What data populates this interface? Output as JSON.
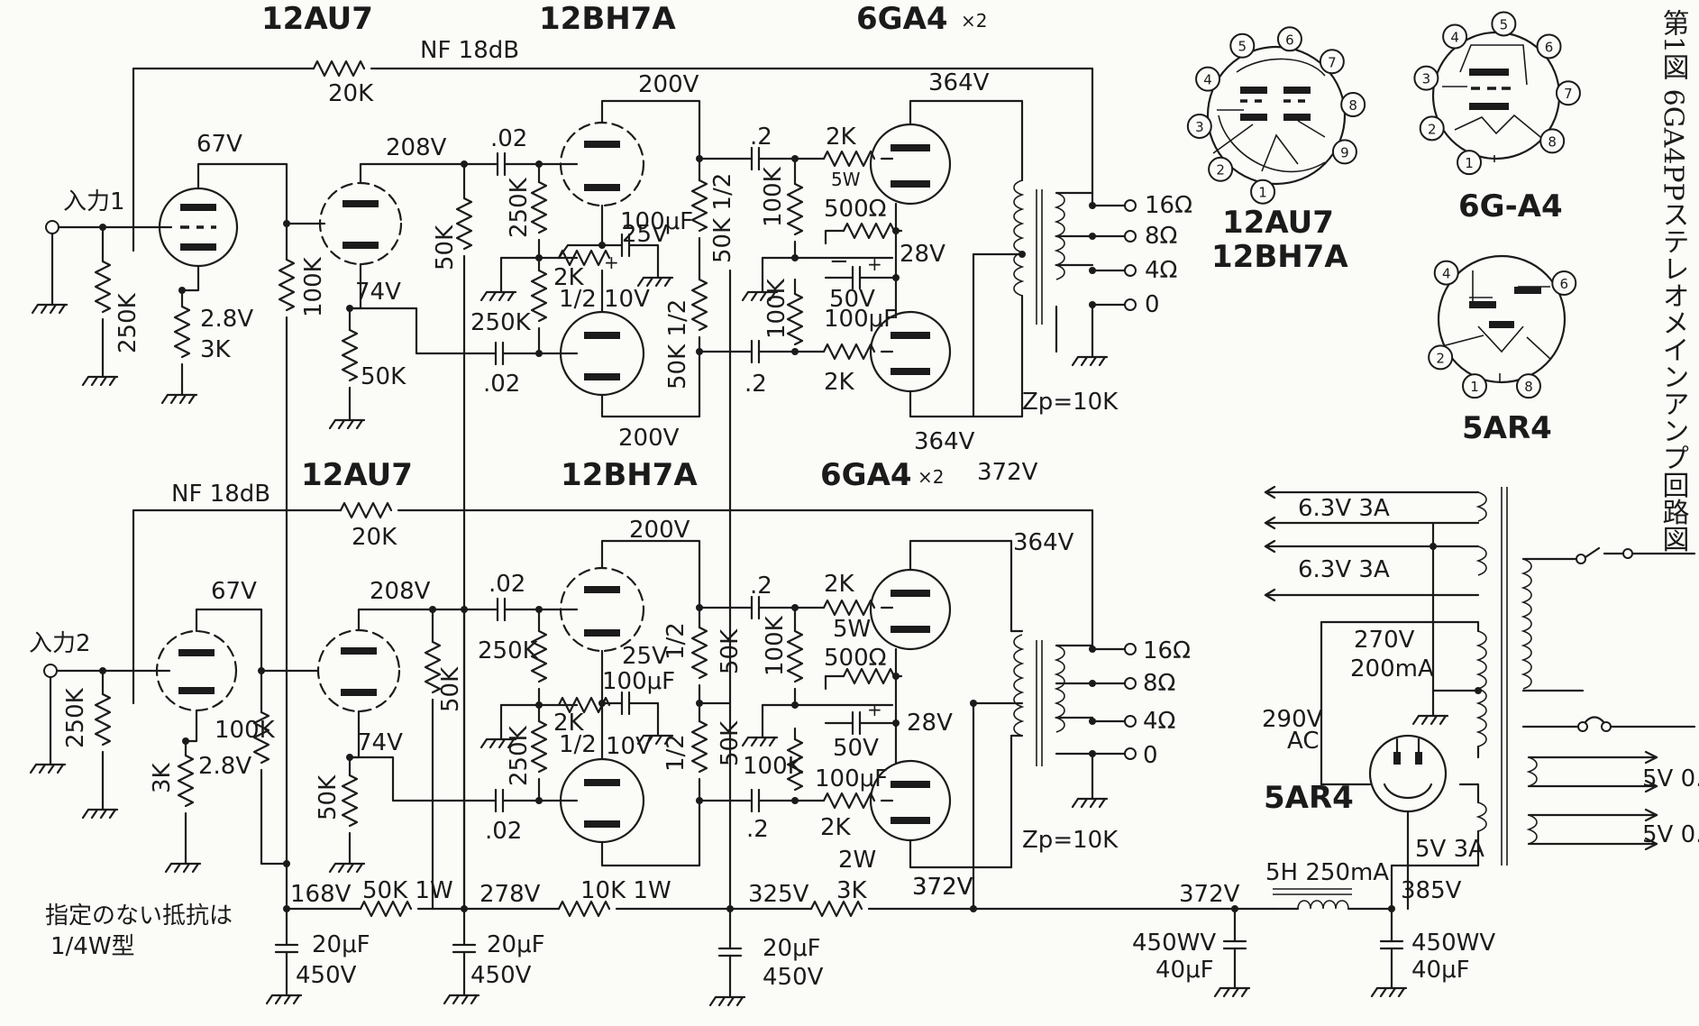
{
  "ch1": {
    "tube1": "12AU7",
    "tube2": "12BH7A",
    "tube3": "6GA4",
    "nf": "NF 18dB",
    "nf_r": "20K",
    "input": "入力1",
    "v67": "67V",
    "v208": "208V",
    "v74": "74V",
    "v200t": "200V",
    "v200b": "200V",
    "v364t": "364V",
    "v364b": "364V",
    "v25": "25V",
    "v10": "10V",
    "v28": "28V",
    "v50": "50V",
    "r250k_in": "250K",
    "r28": "2.8V",
    "r3k": "3K",
    "r100k": "100K",
    "r50k_c": "50K",
    "c02a": ".02",
    "c02b": ".02",
    "r50k_p": "50K",
    "r250k_a": "250K",
    "r250k_b": "250K",
    "r2k": "2K",
    "r12": "1/2",
    "c100": "100μF",
    "r50k_12a": "50K 1/2",
    "r50k_12b": "50K 1/2",
    "c2a": ".2",
    "c2b": ".2",
    "r100k_a": "100K",
    "r100k_b": "100K",
    "r2k_a": "2K",
    "r2k_b": "2K",
    "r5w": "5W",
    "r500": "500Ω",
    "c50": "100μF",
    "o16": "16Ω",
    "o8": "8Ω",
    "o4": "4Ω",
    "o0": "0",
    "zp": "Zp=10K",
    "v372": "372V"
  },
  "ch2": {
    "tube1": "12AU7",
    "tube2": "12BH7A",
    "tube3": "6GA4",
    "nf": "NF 18dB",
    "nf_r": "20K",
    "input": "入力2",
    "v67": "67V",
    "v208": "208V",
    "v74": "74V",
    "v200": "200V",
    "v364": "364V",
    "v25": "25V",
    "v10": "10V",
    "v28": "28V",
    "v50": "50V",
    "r250k_in": "250K",
    "r3k": "3K",
    "r28": "2.8V",
    "r100k": "100K",
    "r50k_c": "50K",
    "c02a": ".02",
    "c02b": ".02",
    "r50k_p": "50K",
    "r250k_a": "250K",
    "r250k_b": "250K",
    "r2k": "2K",
    "r12": "1/2",
    "c100": "100μF",
    "r12a": "1/2",
    "r12b": "1/2",
    "r50ka": "50K",
    "r50kb": "50K",
    "c2a": ".2",
    "c2b": ".2",
    "r100k_a": "100K",
    "r100k_b": "100K",
    "r2k_a": "2K",
    "r2k_b": "2K",
    "r5w": "5W",
    "r500": "500Ω",
    "c50": "100μF",
    "o16": "16Ω",
    "o8": "8Ω",
    "o4": "4Ω",
    "o0": "0",
    "zp": "Zp=10K",
    "v372": "372V"
  },
  "mult": "×2",
  "supply": {
    "v168": "168V",
    "r50k1w": "50K 1W",
    "v278": "278V",
    "r10k1w": "10K 1W",
    "v325": "325V",
    "r3k2w_top": "2W",
    "r3k2w": "3K",
    "v372a": "372V",
    "v372b": "372V",
    "c1a": "20μF",
    "c1b": "450V",
    "c2a": "20μF",
    "c2b": "450V",
    "c3a": "20μF",
    "c3b": "450V",
    "c4a": "450WV",
    "c4b": "40μF",
    "c5a": "450WV",
    "c5b": "40μF",
    "choke": "5H 250mA",
    "v385": "385V"
  },
  "power": {
    "h1": "6.3V 3A",
    "h2": "6.3V 3A",
    "hv": "270V",
    "hvi": "200mA",
    "ac": "290V",
    "ac2": "AC",
    "rect": "5AR4",
    "fil": "5V 3A",
    "s1": "5V 0.",
    "s2": "5V 0."
  },
  "note": {
    "l1": "指定のない抵抗は",
    "l2": "1/4W型"
  },
  "pinout": {
    "t1a": "12AU7",
    "t1b": "12BH7A",
    "t2": "6G-A4",
    "t3": "5AR4",
    "p1": [
      "1",
      "2",
      "3",
      "4",
      "5",
      "6",
      "7",
      "8",
      "9"
    ],
    "p2": [
      "1",
      "2",
      "3",
      "4",
      "5",
      "6",
      "7",
      "8"
    ],
    "p3": [
      "1",
      "2",
      "4",
      "6",
      "8"
    ]
  },
  "caption": "第1図 6GA4PPステレオメインアンプ回路図"
}
